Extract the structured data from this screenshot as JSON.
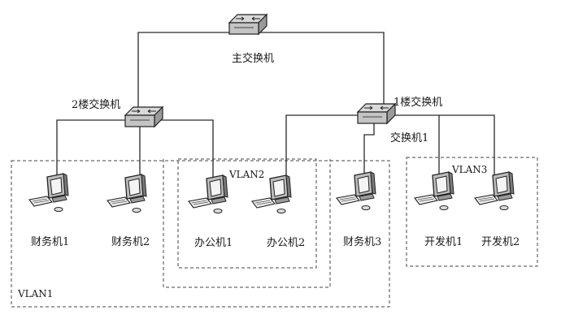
{
  "switches": {
    "main": "主交换机",
    "floor2": "2楼交换机",
    "floor1": "1楼交换机",
    "switch1": "交换机1"
  },
  "computers": {
    "finance1": "财务机1",
    "finance2": "财务机2",
    "office1": "办公机1",
    "office2": "办公机2",
    "finance3": "财务机3",
    "dev1": "开发机1",
    "dev2": "开发机2"
  },
  "vlans": {
    "vlan1": "VLAN1",
    "vlan2": "VLAN2",
    "vlan3": "VLAN3"
  }
}
